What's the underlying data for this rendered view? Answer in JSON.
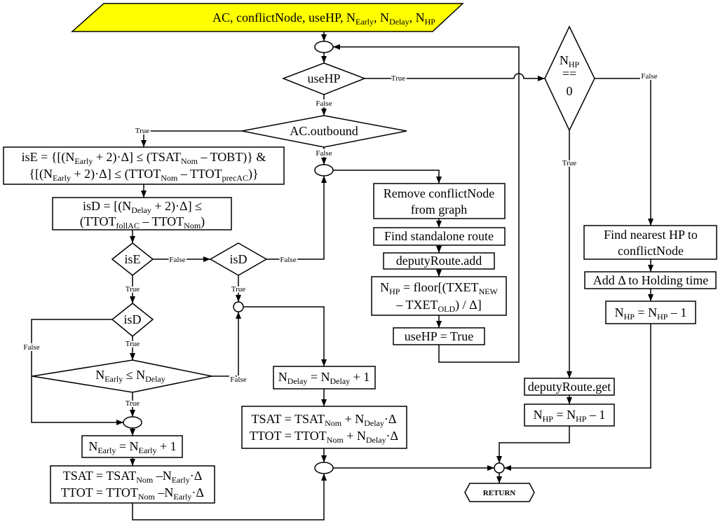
{
  "diagram": {
    "colors": {
      "input_fill": "#FFFF00",
      "box_fill": "#FFFFFF",
      "line_color": "#000000"
    },
    "nodes": {
      "inputs": {
        "lines": [
          [
            {
              "text": "AC, conflictNode, useHP, N"
            },
            {
              "text": "Early",
              "sub": true
            },
            {
              "text": ", N"
            },
            {
              "text": "Delay",
              "sub": true
            },
            {
              "text": ", N"
            },
            {
              "text": "HP",
              "sub": true
            }
          ]
        ]
      },
      "use_hp_decision": {
        "lines": [
          [
            {
              "text": "useHP"
            }
          ]
        ]
      },
      "ac_outbound_decision": {
        "lines": [
          [
            {
              "text": "AC.outbound"
            }
          ]
        ]
      },
      "is_e_box": {
        "lines": [
          [
            {
              "text": "isE = {[(N"
            },
            {
              "text": "Early",
              "sub": true
            },
            {
              "text": " + 2)·Δ] ≤ (TSAT"
            },
            {
              "text": "Nom",
              "sub": true
            },
            {
              "text": " – TOBT)} &"
            }
          ],
          [
            {
              "text": "{[(N"
            },
            {
              "text": "Early",
              "sub": true
            },
            {
              "text": " + 2)·Δ] ≤ (TTOT"
            },
            {
              "text": "Nom",
              "sub": true
            },
            {
              "text": " – TTOT"
            },
            {
              "text": "precAC",
              "sub": true
            },
            {
              "text": ")}"
            }
          ]
        ]
      },
      "is_d_box": {
        "lines": [
          [
            {
              "text": "isD = [(N"
            },
            {
              "text": "Delay",
              "sub": true
            },
            {
              "text": " + 2)·Δ] ≤"
            }
          ],
          [
            {
              "text": "(TTOT"
            },
            {
              "text": "follAC",
              "sub": true
            },
            {
              "text": " – TTOT"
            },
            {
              "text": "Nom",
              "sub": true
            },
            {
              "text": ")"
            }
          ]
        ]
      },
      "is_e_decision": {
        "lines": [
          [
            {
              "text": "isE"
            }
          ]
        ]
      },
      "is_d_decision_right": {
        "lines": [
          [
            {
              "text": "isD"
            }
          ]
        ]
      },
      "is_d_decision_left": {
        "lines": [
          [
            {
              "text": "isD"
            }
          ]
        ]
      },
      "compare_decision": {
        "lines": [
          [
            {
              "text": "N"
            },
            {
              "text": "Early",
              "sub": true
            },
            {
              "text": " ≤ N"
            },
            {
              "text": "Delay",
              "sub": true
            }
          ]
        ]
      },
      "n_early_increment": {
        "lines": [
          [
            {
              "text": "N"
            },
            {
              "text": "Early",
              "sub": true
            },
            {
              "text": " = N"
            },
            {
              "text": "Early",
              "sub": true
            },
            {
              "text": " + 1"
            }
          ]
        ]
      },
      "early_times_box": {
        "lines": [
          [
            {
              "text": "TSAT = TSAT"
            },
            {
              "text": "Nom",
              "sub": true
            },
            {
              "text": " –N"
            },
            {
              "text": "Early",
              "sub": true
            },
            {
              "text": "·Δ"
            }
          ],
          [
            {
              "text": "TTOT = TTOT"
            },
            {
              "text": "Nom",
              "sub": true
            },
            {
              "text": " –N"
            },
            {
              "text": "Early",
              "sub": true
            },
            {
              "text": "·Δ"
            }
          ]
        ]
      },
      "n_delay_increment": {
        "lines": [
          [
            {
              "text": "N"
            },
            {
              "text": "Delay",
              "sub": true
            },
            {
              "text": " = N"
            },
            {
              "text": "Delay",
              "sub": true
            },
            {
              "text": " + 1"
            }
          ]
        ]
      },
      "delay_times_box": {
        "lines": [
          [
            {
              "text": "TSAT = TSAT"
            },
            {
              "text": "Nom",
              "sub": true
            },
            {
              "text": " + N"
            },
            {
              "text": "Delay",
              "sub": true
            },
            {
              "text": "·Δ"
            }
          ],
          [
            {
              "text": "TTOT = TTOT"
            },
            {
              "text": "Nom",
              "sub": true
            },
            {
              "text": " + N"
            },
            {
              "text": "Delay",
              "sub": true
            },
            {
              "text": "·Δ"
            }
          ]
        ]
      },
      "remove_node_box": {
        "lines": [
          [
            {
              "text": "Remove conflictNode"
            }
          ],
          [
            {
              "text": "from graph"
            }
          ]
        ]
      },
      "standalone_route_box": {
        "lines": [
          [
            {
              "text": "Find standalone route"
            }
          ]
        ]
      },
      "deputy_add_box": {
        "lines": [
          [
            {
              "text": "deputyRoute.add"
            }
          ]
        ]
      },
      "n_hp_floor_box": {
        "lines": [
          [
            {
              "text": "N"
            },
            {
              "text": "HP",
              "sub": true
            },
            {
              "text": " = floor[(TXET"
            },
            {
              "text": "NEW",
              "sub": true
            }
          ],
          [
            {
              "text": "– TXET"
            },
            {
              "text": "OLD",
              "sub": true
            },
            {
              "text": ") / Δ]"
            }
          ]
        ]
      },
      "use_hp_true_box": {
        "lines": [
          [
            {
              "text": "useHP = True"
            }
          ]
        ]
      },
      "n_hp_decision": {
        "lines": [
          [
            {
              "text": "N"
            },
            {
              "text": "HP",
              "sub": true
            }
          ],
          [
            {
              "text": "=="
            }
          ],
          [
            {
              "text": "0"
            }
          ]
        ]
      },
      "deputy_get_box": {
        "lines": [
          [
            {
              "text": "deputyRoute.get"
            }
          ]
        ]
      },
      "n_hp_decrement_left": {
        "lines": [
          [
            {
              "text": "N"
            },
            {
              "text": "HP",
              "sub": true
            },
            {
              "text": " = N"
            },
            {
              "text": "HP",
              "sub": true
            },
            {
              "text": " – 1"
            }
          ]
        ]
      },
      "nearest_hp_box": {
        "lines": [
          [
            {
              "text": "Find nearest HP to"
            }
          ],
          [
            {
              "text": "conflictNode"
            }
          ]
        ]
      },
      "add_delta_box": {
        "lines": [
          [
            {
              "text": "Add Δ to Holding time"
            }
          ]
        ]
      },
      "n_hp_decrement_right": {
        "lines": [
          [
            {
              "text": "N"
            },
            {
              "text": "HP",
              "sub": true
            },
            {
              "text": " = N"
            },
            {
              "text": "HP",
              "sub": true
            },
            {
              "text": " – 1"
            }
          ]
        ]
      },
      "return_terminal": {
        "lines": [
          [
            {
              "text": "RETURN"
            }
          ]
        ]
      }
    },
    "edge_labels": {
      "use_hp_true": "True",
      "use_hp_false": "False",
      "ac_outbound_true": "True",
      "ac_outbound_false": "False",
      "is_e_false": "False",
      "is_e_true": "True",
      "is_d_right_false": "False",
      "is_d_right_true": "True",
      "is_d_left_false": "False",
      "is_d_left_true": "True",
      "compare_false": "False",
      "compare_true": "True",
      "n_hp_false": "False",
      "n_hp_true": "True"
    }
  }
}
